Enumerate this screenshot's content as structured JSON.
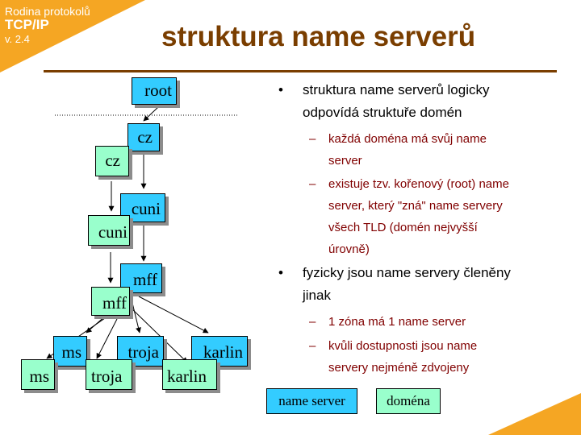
{
  "header": {
    "course": "Rodina protokolů",
    "course_code": "TCP/IP",
    "version": "v. 2.4",
    "title": "struktura name serverů"
  },
  "tree": {
    "root": "root",
    "cz_ns": "cz",
    "cz_dom": "cz",
    "cuni_ns": "cuni",
    "cuni_dom": "cuni",
    "mff_ns": "mff",
    "mff_dom": "mff",
    "ms_ns": "ms",
    "ms_dom": "ms",
    "troja_ns": "troja",
    "troja_dom": "troja",
    "karlin_ns": "karlin",
    "karlin_dom": "karlin"
  },
  "bullets": [
    {
      "lines": [
        "struktura name serverů logicky",
        "odpovídá struktuře domén"
      ],
      "subs": [
        [
          "každá doména má svůj name",
          "server"
        ],
        [
          "existuje tzv. kořenový (root) name",
          "server, který \"zná\" name servery",
          "všech TLD (domén nejvyšší",
          "úrovně)"
        ]
      ]
    },
    {
      "lines": [
        "fyzicky jsou name servery členěny",
        "jinak"
      ],
      "subs": [
        [
          "1 zóna má 1 name server"
        ],
        [
          "kvůli dostupnosti jsou name",
          "servery nejméně zdvojeny"
        ]
      ]
    }
  ],
  "bullet_symbol": "•",
  "dash_symbol": "–",
  "legend": {
    "name_server": "name server",
    "domain": "doména"
  },
  "colors": {
    "name_server_fill": "#33CCFF",
    "domain_fill": "#99FFCC",
    "title": "#7A3E00",
    "accent": "#F5A623",
    "sub_text": "#800000"
  }
}
